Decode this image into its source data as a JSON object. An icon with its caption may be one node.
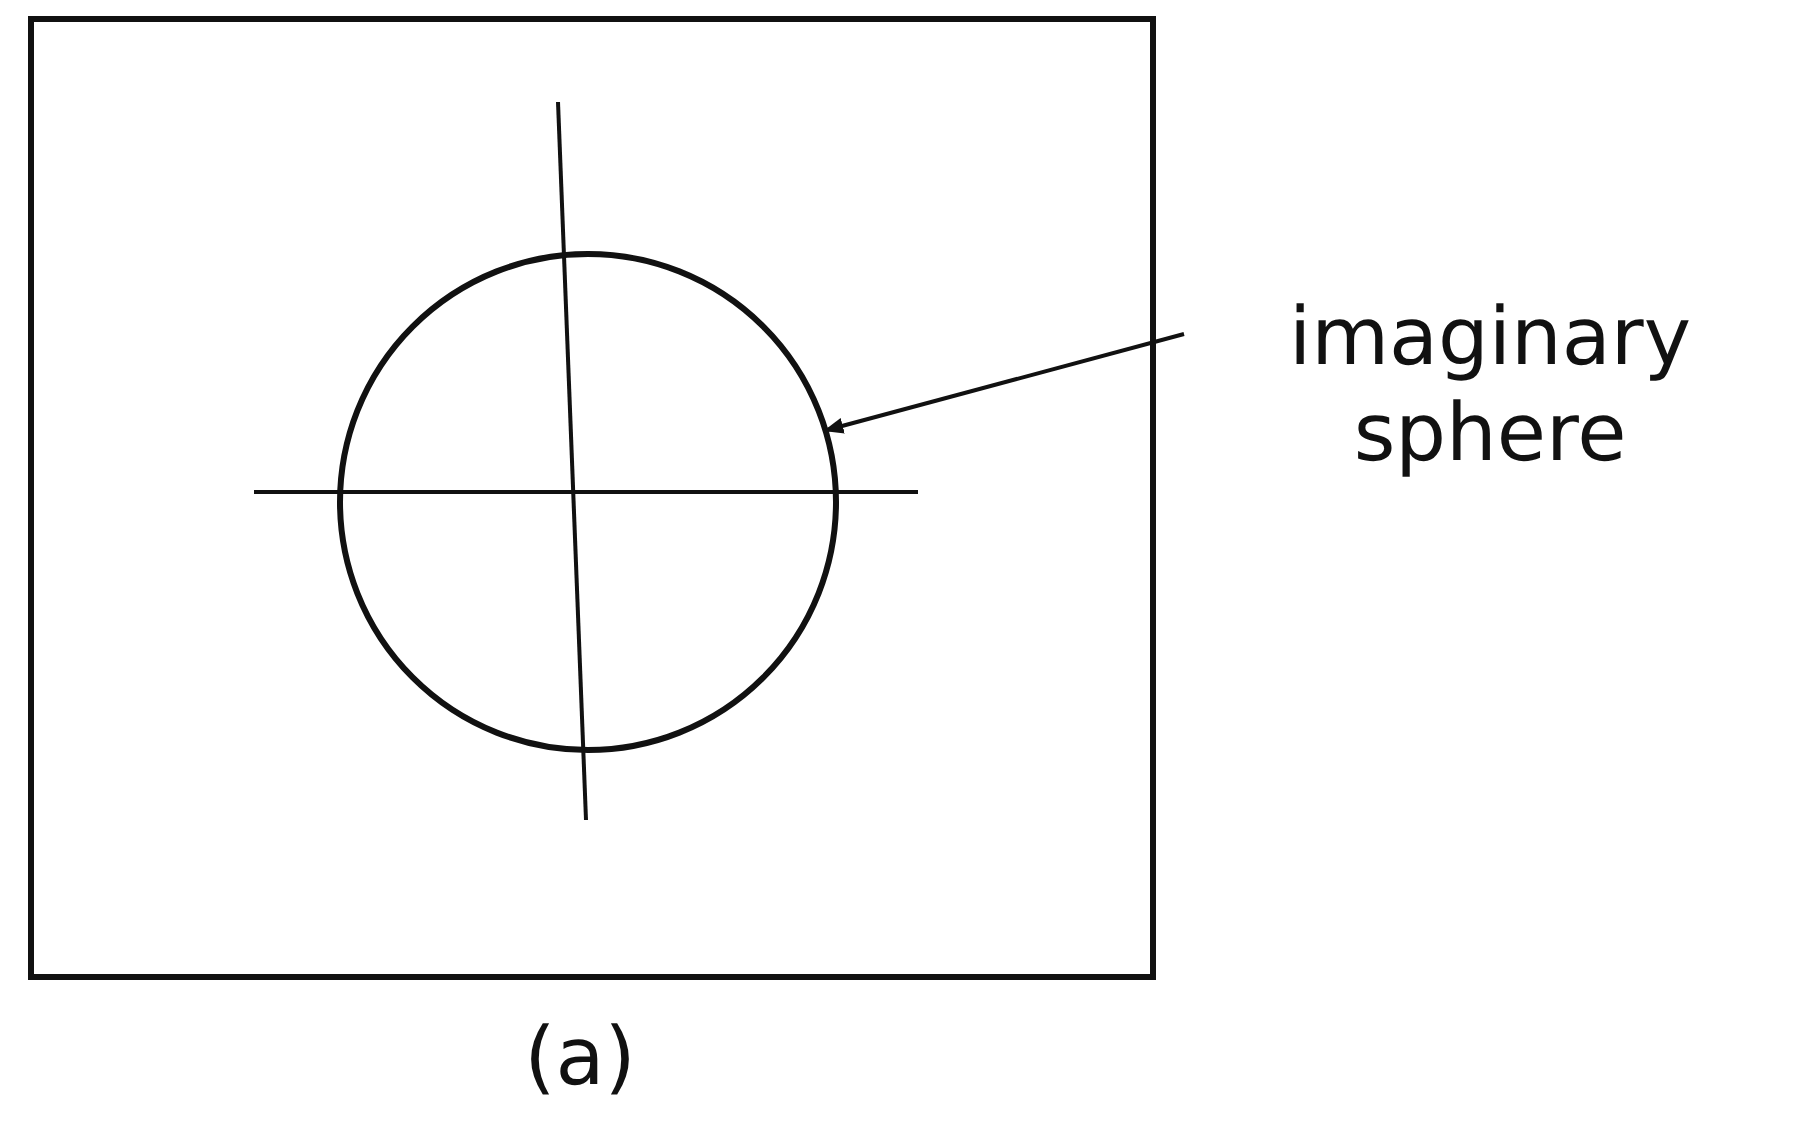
{
  "diagram": {
    "caption": "(a)",
    "nodes": [
      {
        "text": [],
        "shape": "box"
      },
      {
        "text": [],
        "shape": "circle",
        "in": 0
      },
      {
        "text": [
          "imaginary sphere"
        ]
      }
    ],
    "edges": [
      {
        "from": 2,
        "to": 1,
        "arrow": "to"
      }
    ]
  }
}
